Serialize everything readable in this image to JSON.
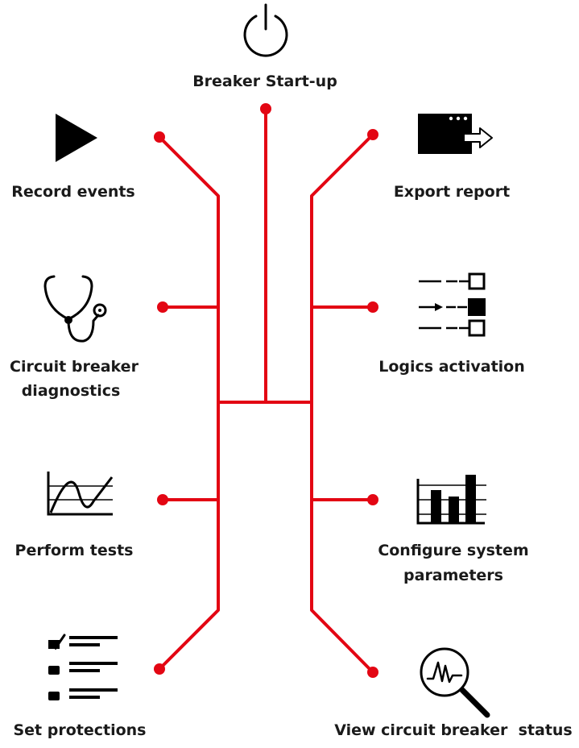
{
  "accent_color": "#e30613",
  "icon_color": "#000000",
  "features": {
    "startup": {
      "label": "Breaker Start-up",
      "icon": "power-icon"
    },
    "record_events": {
      "label": "Record events",
      "icon": "play-icon"
    },
    "export_report": {
      "label": "Export report",
      "icon": "export-window-icon"
    },
    "diagnostics": {
      "label_line1": "Circuit breaker",
      "label_line2": "diagnostics",
      "icon": "stethoscope-icon"
    },
    "logics": {
      "label": "Logics activation",
      "icon": "logic-switches-icon"
    },
    "tests": {
      "label": "Perform tests",
      "icon": "line-chart-icon"
    },
    "config": {
      "label_line1": "Configure system",
      "label_line2": "parameters",
      "icon": "bar-chart-icon"
    },
    "protections": {
      "label": "Set protections",
      "icon": "checklist-icon"
    },
    "status": {
      "label": "View circuit breaker  status",
      "icon": "magnifier-waveform-icon"
    }
  }
}
